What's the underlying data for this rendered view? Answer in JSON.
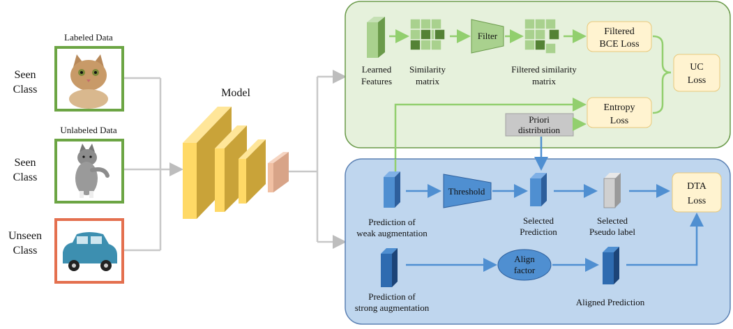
{
  "left": {
    "labeled_caption": "Labeled Data",
    "unlabeled_caption": "Unlabeled Data",
    "class1": [
      "Seen",
      "Class"
    ],
    "class2": [
      "Seen",
      "Class"
    ],
    "class3": [
      "Unseen",
      "Class"
    ]
  },
  "model": {
    "label": "Model"
  },
  "top_panel": {
    "learned_features": [
      "Learned",
      "Features"
    ],
    "similarity_matrix": [
      "Similarity",
      "matrix"
    ],
    "filter_label": "Filter",
    "filtered_similarity_matrix": [
      "Filtered similarity",
      "matrix"
    ],
    "filtered_bce_loss": [
      "Filtered",
      "BCE Loss"
    ],
    "entropy_loss": [
      "Entropy",
      "Loss"
    ],
    "uc_loss": [
      "UC",
      "Loss"
    ],
    "priori_distribution": [
      "Priori",
      "distribution"
    ]
  },
  "bottom_panel": {
    "prediction_weak": [
      "Prediction of",
      "weak augmentation"
    ],
    "threshold_label": "Threshold",
    "selected_prediction": [
      "Selected",
      "Prediction"
    ],
    "selected_pseudo_label": [
      "Selected",
      "Pseudo label"
    ],
    "dta_loss": [
      "DTA",
      "Loss"
    ],
    "prediction_strong": [
      "Prediction of",
      "strong augmentation"
    ],
    "align_factor": [
      "Align",
      "factor"
    ],
    "aligned_prediction": "Aligned Prediction"
  },
  "colors": {
    "green_panel_fill": "#e6f1dc",
    "green_panel_stroke": "#6a9a4a",
    "blue_panel_fill": "#bfd6ee",
    "blue_panel_stroke": "#5b80b3",
    "loss_box_fill": "#fff3d0",
    "green_arrow": "#92cf6e",
    "blue_arrow": "#4f8fd1",
    "gray_arrow": "#bdbdbd",
    "model_yellow": "#ffd966",
    "seen_frame": "#6ca544",
    "unseen_frame": "#e4704f"
  },
  "icons": [
    "cat-image-icon",
    "kitten-image-icon",
    "car-image-icon",
    "feature-cube-icon",
    "similarity-matrix-icon",
    "filter-trapezoid-icon",
    "threshold-trapezoid-icon",
    "prediction-cube-icon"
  ]
}
